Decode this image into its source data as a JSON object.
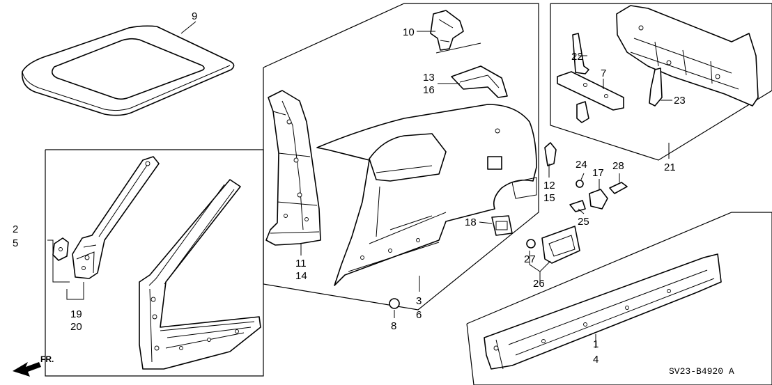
{
  "diagram": {
    "callouts": {
      "c1": "1",
      "c2": "2",
      "c3": "3",
      "c4": "4",
      "c5": "5",
      "c6": "6",
      "c7": "7",
      "c8": "8",
      "c9": "9",
      "c10": "10",
      "c11": "11",
      "c12": "12",
      "c13": "13",
      "c14": "14",
      "c15": "15",
      "c16": "16",
      "c17": "17",
      "c18": "18",
      "c19": "19",
      "c20": "20",
      "c21": "21",
      "c22": "22",
      "c23": "23",
      "c24": "24",
      "c25": "25",
      "c26": "26",
      "c27": "27",
      "c28": "28"
    },
    "direction_label": "FR.",
    "drawing_code": "SV23-B4920 A"
  }
}
